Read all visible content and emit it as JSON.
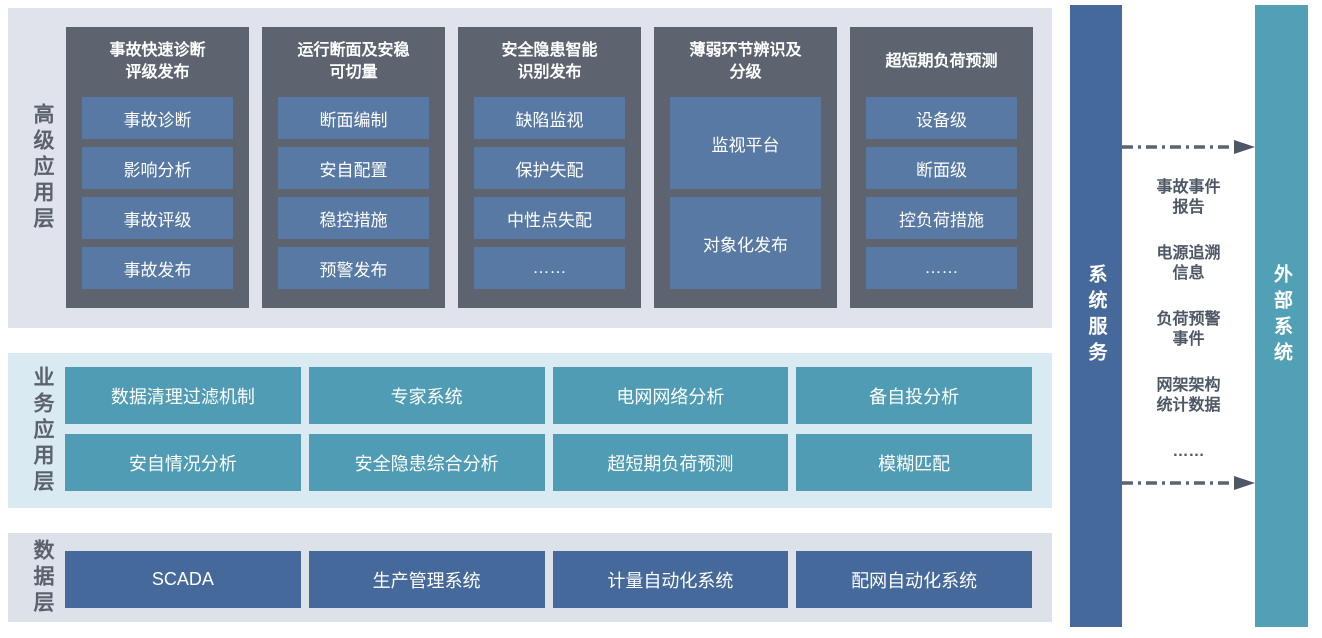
{
  "layers": {
    "advanced": {
      "label": "高级应用层",
      "columns": [
        {
          "title": "事故快速诊断\n评级发布",
          "items": [
            "事故诊断",
            "影响分析",
            "事故评级",
            "事故发布"
          ]
        },
        {
          "title": "运行断面及安稳\n可切量",
          "items": [
            "断面编制",
            "安自配置",
            "稳控措施",
            "预警发布"
          ]
        },
        {
          "title": "安全隐患智能\n识别发布",
          "items": [
            "缺陷监视",
            "保护失配",
            "中性点失配",
            "……"
          ]
        },
        {
          "title": "薄弱环节辨识及\n分级",
          "items": [
            "监视平台",
            "对象化发布"
          ]
        },
        {
          "title": "超短期负荷预测",
          "items": [
            "设备级",
            "断面级",
            "控负荷措施",
            "……"
          ]
        }
      ]
    },
    "business": {
      "label": "业务应用层",
      "items": [
        "数据清理过滤机制",
        "专家系统",
        "电网网络分析",
        "备自投分析",
        "安自情况分析",
        "安全隐患综合分析",
        "超短期负荷预测",
        "模糊匹配"
      ]
    },
    "data": {
      "label": "数据层",
      "items": [
        "SCADA",
        "生产管理系统",
        "计量自动化系统",
        "配网自动化系统"
      ]
    }
  },
  "right": {
    "system_service_label": "系统服务",
    "external_system_label": "外部系统",
    "exchange_items": [
      "事故事件\n报告",
      "电源追溯\n信息",
      "负荷预警\n事件",
      "网架架构\n统计数据",
      "……"
    ]
  },
  "colors": {
    "advanced_band_bg": "#e0e3eb",
    "business_band_bg": "#daeaf2",
    "data_band_bg": "#dde1ea",
    "column_bg": "#5d6470",
    "column_item_bg": "#5879a3",
    "teal_button_bg": "#4f9cb4",
    "blue_button_bg": "#45699a",
    "system_bar_bg": "#45699a",
    "external_bar_bg": "#52a0b6",
    "label_text": "#5b626e",
    "arrow_color": "#5a6370"
  }
}
